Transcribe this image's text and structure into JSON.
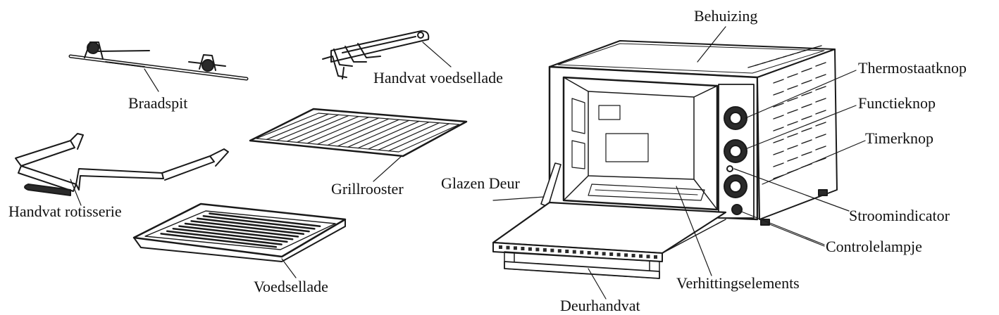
{
  "labels": {
    "braadspit": "Braadspit",
    "handvat_voedsellade": "Handvat voedsellade",
    "grillrooster": "Grillrooster",
    "handvat_rotisserie": "Handvat rotisserie",
    "voedsellade": "Voedsellade",
    "glazen_deur": "Glazen Deur",
    "behuizing": "Behuizing",
    "thermostaatknop": "Thermostaatknop",
    "functieknop": "Functieknop",
    "timerknop": "Timerknop",
    "stroomindicator": "Stroomindicator",
    "controlelampje": "Controlelampje",
    "verhittingselements": "Verhittingselements",
    "deurhandvat": "Deurhandvat"
  },
  "colors": {
    "line": "#1a1a1a",
    "fill": "#ffffff",
    "shade": "#e9e9e9",
    "dark": "#2a2a2a"
  }
}
